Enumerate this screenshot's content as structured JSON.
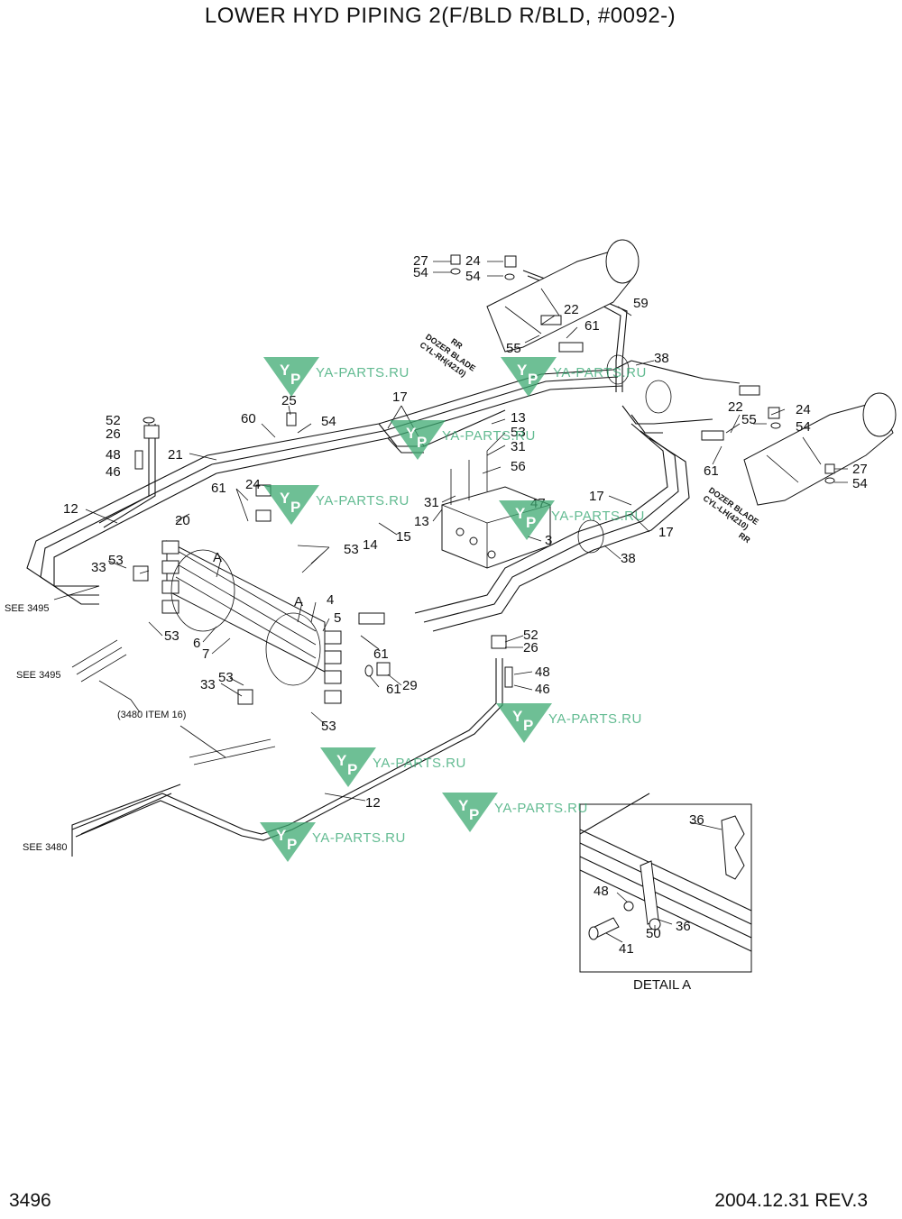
{
  "title": "LOWER HYD PIPING 2(F/BLD R/BLD, #0092-)",
  "page_number": "3496",
  "revision": "2004.12.31  REV.3",
  "watermark": {
    "logo_letters": [
      "Y",
      "P"
    ],
    "text": "YA-PARTS.RU",
    "color": "#3daa72"
  },
  "cylinder_labels": {
    "rh": [
      "RR",
      "DOZER BLADE",
      "CYL-RH(4210)"
    ],
    "lh": [
      "DOZER BLADE",
      "CYL-LH(4210)",
      "RR"
    ]
  },
  "references": {
    "see_3495_a": "SEE 3495",
    "see_3495_b": "SEE 3495",
    "item_3480": "(3480 ITEM 16)",
    "see_3480": "SEE 3480"
  },
  "detail": {
    "caption": "DETAIL  A",
    "callouts": [
      "36",
      "48",
      "36",
      "50",
      "41"
    ]
  },
  "callouts": [
    "27",
    "54",
    "24",
    "54",
    "59",
    "22",
    "61",
    "55",
    "38",
    "17",
    "25",
    "54",
    "60",
    "52",
    "26",
    "48",
    "46",
    "21",
    "12",
    "20",
    "24",
    "61",
    "13",
    "53",
    "31",
    "56",
    "31",
    "13",
    "47",
    "15",
    "14",
    "53",
    "3",
    "17",
    "17",
    "38",
    "24",
    "22",
    "55",
    "61",
    "54",
    "27",
    "54",
    "33",
    "53",
    "53",
    "A",
    "A",
    "4",
    "5",
    "6",
    "7",
    "61",
    "29",
    "61",
    "33",
    "53",
    "53",
    "52",
    "26",
    "48",
    "46",
    "12"
  ]
}
